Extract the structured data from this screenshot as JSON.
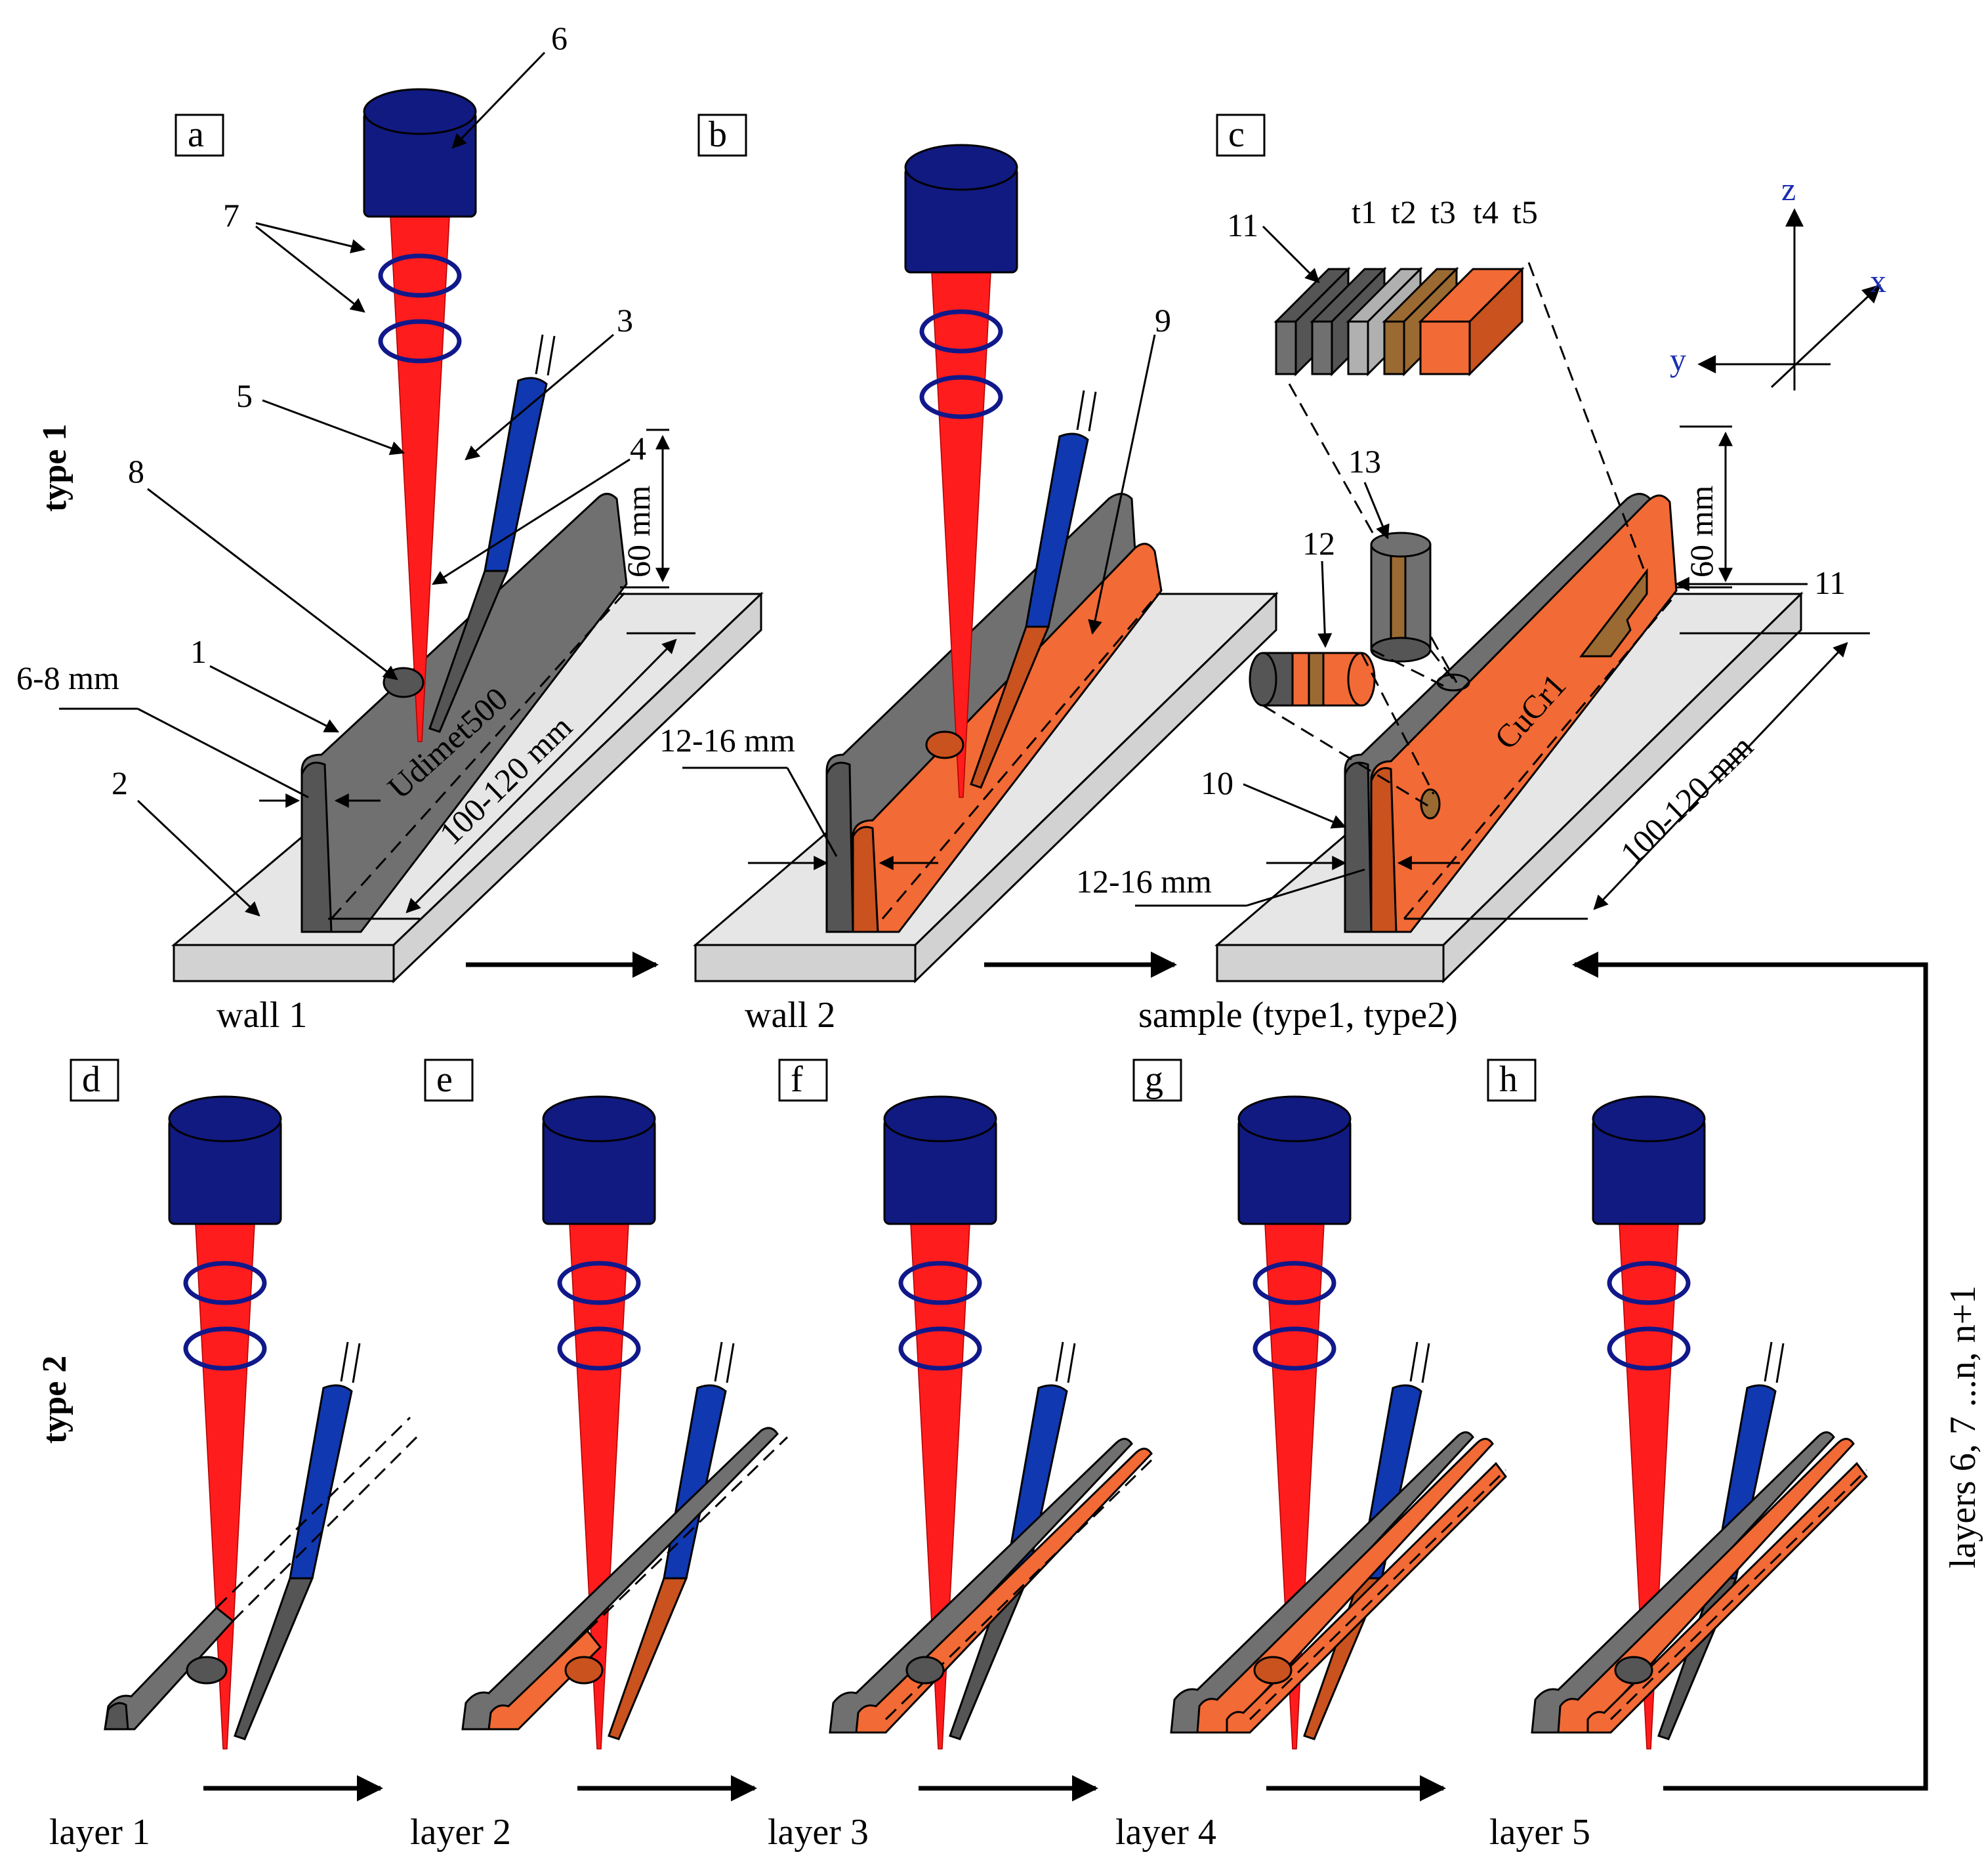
{
  "panels": {
    "a": "a",
    "b": "b",
    "c": "c",
    "d": "d",
    "e": "e",
    "f": "f",
    "g": "g",
    "h": "h"
  },
  "types": {
    "type1": "type 1",
    "type2": "type 2"
  },
  "callouts": {
    "n1": "1",
    "n2": "2",
    "n3": "3",
    "n4": "4",
    "n5": "5",
    "n6": "6",
    "n7": "7",
    "n8": "8",
    "n9": "9",
    "n10": "10",
    "n11": "11",
    "n11b": "11",
    "n12": "12",
    "n13": "13"
  },
  "dimensions": {
    "wall_thickness_a": "6-8 mm",
    "wall_thickness_b": "12-16 mm",
    "wall_thickness_c": "12-16 mm",
    "height_a": "60 mm",
    "height_c": "60 mm",
    "length_a": "100-120 mm",
    "length_c": "100-120 mm"
  },
  "materials": {
    "wall1_material": "Udimet500",
    "sample_material": "CuCr1"
  },
  "specimens": {
    "t1": "t1",
    "t2": "t2",
    "t3": "t3",
    "t4": "t4",
    "t5": "t5"
  },
  "axes": {
    "x": "x",
    "y": "y",
    "z": "z"
  },
  "captions": {
    "wall1": "wall 1",
    "wall2": "wall 2",
    "sample": "sample (type1, type2)",
    "layer1": "layer 1",
    "layer2": "layer 2",
    "layer3": "layer 3",
    "layer4": "layer 4",
    "layer5": "layer 5",
    "layers_more": "layers 6, 7 ...n, n+1"
  },
  "colors": {
    "udimet": "#707070",
    "cucr": "#f26a35",
    "laser": "#ff1c1c",
    "head": "#101a80",
    "ring": "#10188a"
  }
}
